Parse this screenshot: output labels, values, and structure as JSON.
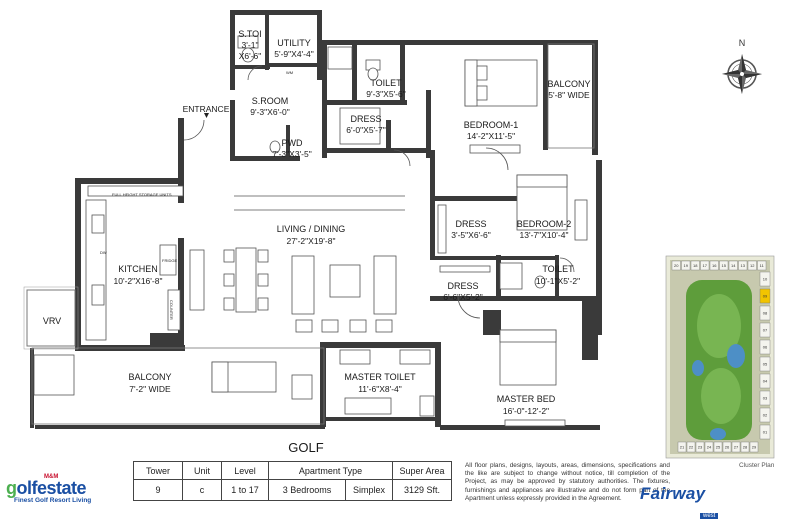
{
  "compass": {
    "north": "N"
  },
  "rooms": {
    "s_toilet": {
      "name": "S.TOI",
      "dim": "3'-1\"",
      "dim2": "X6'-6\""
    },
    "utility": {
      "name": "UTILITY",
      "dim": "5'-9\"X4'-4\""
    },
    "toilet1": {
      "name": "TOILET",
      "dim": "9'-3\"X5'-6\""
    },
    "balcony_top": {
      "name": "BALCONY",
      "dim": "5'-8\" WIDE"
    },
    "s_room": {
      "name": "S.ROOM",
      "dim": "9'-3\"X6'-0\""
    },
    "dress1": {
      "name": "DRESS",
      "dim": "6'-0\"X5'-7\""
    },
    "bedroom1": {
      "name": "BEDROOM-1",
      "dim": "14'-2\"X11'-5\""
    },
    "pwd": {
      "name": "PWD",
      "dim": "7'-3\"X3'-5\""
    },
    "living": {
      "name": "LIVING / DINING",
      "dim": "27'-2\"X19'-8\""
    },
    "dress2": {
      "name": "DRESS",
      "dim": "3'-5\"X6'-6\""
    },
    "bedroom2": {
      "name": "BEDROOM-2",
      "dim": "13'-7\"X10'-4\""
    },
    "kitchen": {
      "name": "KITCHEN",
      "dim": "10'-2\"X16'-8\""
    },
    "dress3": {
      "name": "DRESS",
      "dim": "6'-6\"X5'-2\""
    },
    "toilet2": {
      "name": "TOILET",
      "dim": "10'-1\"X5'-2\""
    },
    "vrv": {
      "name": "VRV"
    },
    "balcony_bottom": {
      "name": "BALCONY",
      "dim": "7'-2\" WIDE"
    },
    "master_toilet": {
      "name": "MASTER TOILET",
      "dim": "11'-6\"X8'-4\""
    },
    "master_bed": {
      "name": "MASTER BED",
      "dim": "16'-0\"-12'-2\""
    }
  },
  "labels": {
    "entrance": "ENTRANCE",
    "storage": "FULL HEIGHT STORAGE UNITS",
    "golf": "GOLF",
    "fridge": "FRIDGE",
    "counter": "COUNTER",
    "dw": "DW",
    "wm": "WM"
  },
  "table": {
    "headers": [
      "Tower",
      "Unit",
      "Level",
      "Apartment Type",
      "Super Area"
    ],
    "row": [
      "9",
      "c",
      "1 to 17",
      "3 Bedrooms",
      "Simplex",
      "3129 Sft."
    ]
  },
  "disclaimer": "All floor plans, designs, layouts, areas, dimensions, specifications and the like are subject to change without notice, till completion of the Project, as may be approved by statutory authorities. The fixtures, furnishings and appliances are illustrative and do not form part of the Apartment unless expressly provided in the Agreement.",
  "logo_left": {
    "maker": "M&M",
    "brand_g": "g",
    "brand_rest": "olfestate",
    "tagline": "Finest Golf Resort Living"
  },
  "logo_right": {
    "main": "Fairway",
    "sub": "west"
  },
  "cluster": {
    "label": "Cluster Plan",
    "towers": [
      "20",
      "19",
      "18",
      "17",
      "16",
      "15",
      "14",
      "13",
      "12",
      "11",
      "10",
      "09",
      "08",
      "07",
      "06",
      "05",
      "04",
      "03",
      "02",
      "01",
      "21",
      "22",
      "23",
      "24",
      "25",
      "26",
      "27",
      "28",
      "29"
    ],
    "highlight": "09",
    "colors": {
      "green": "#5e9d3b",
      "water": "#4d8fc6",
      "highlight": "#f2c400"
    }
  }
}
